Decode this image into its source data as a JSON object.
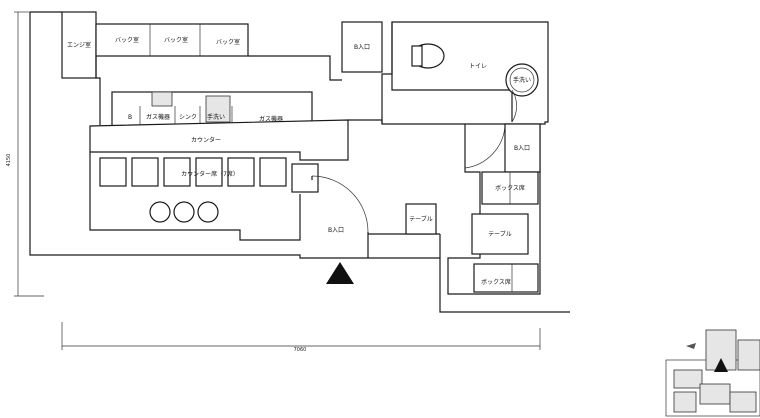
{
  "rooms": {
    "engine_room": "エンジ室",
    "backroom_1": "バック室",
    "backroom_2": "バック室",
    "backroom_3": "バック室",
    "entrance_top": "B入口",
    "toilet": "トイレ",
    "handwash": "手洗い",
    "back_small": "B",
    "equipment_1": "ガス機器",
    "sink": "シンク",
    "handwash_2": "手洗い",
    "equipment_2": "ガス機器",
    "counter": "カウンター",
    "counter_seats": "カウンター席（7席）",
    "entrance_right": "B入口",
    "box_seat_top": "ボックス席",
    "table_small": "テーブル",
    "table_large": "テーブル",
    "box_seat_bottom": "ボックス席",
    "entrance_main": "B入口"
  },
  "dimensions": {
    "height": "4150",
    "width": "7060"
  }
}
